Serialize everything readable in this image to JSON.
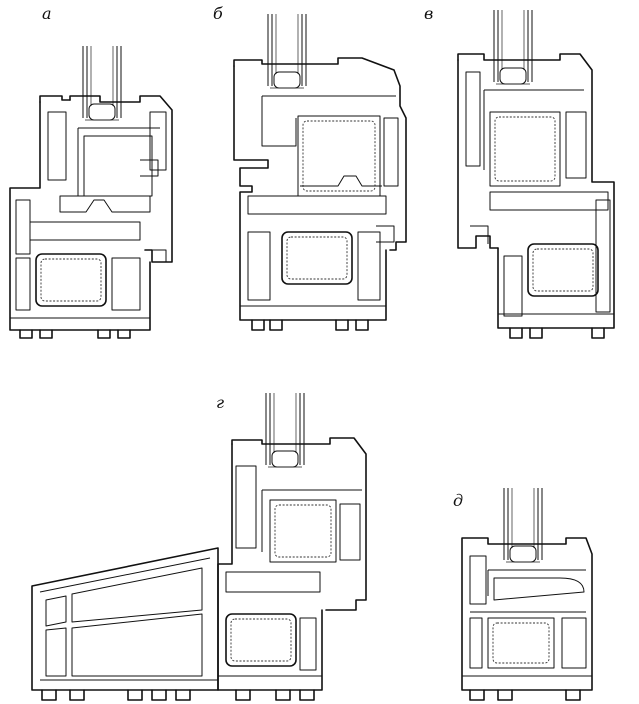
{
  "panels": [
    {
      "id": "a",
      "label": "а"
    },
    {
      "id": "b",
      "label": "б"
    },
    {
      "id": "v",
      "label": "в"
    },
    {
      "id": "g",
      "label": "г"
    },
    {
      "id": "d",
      "label": "д"
    }
  ]
}
